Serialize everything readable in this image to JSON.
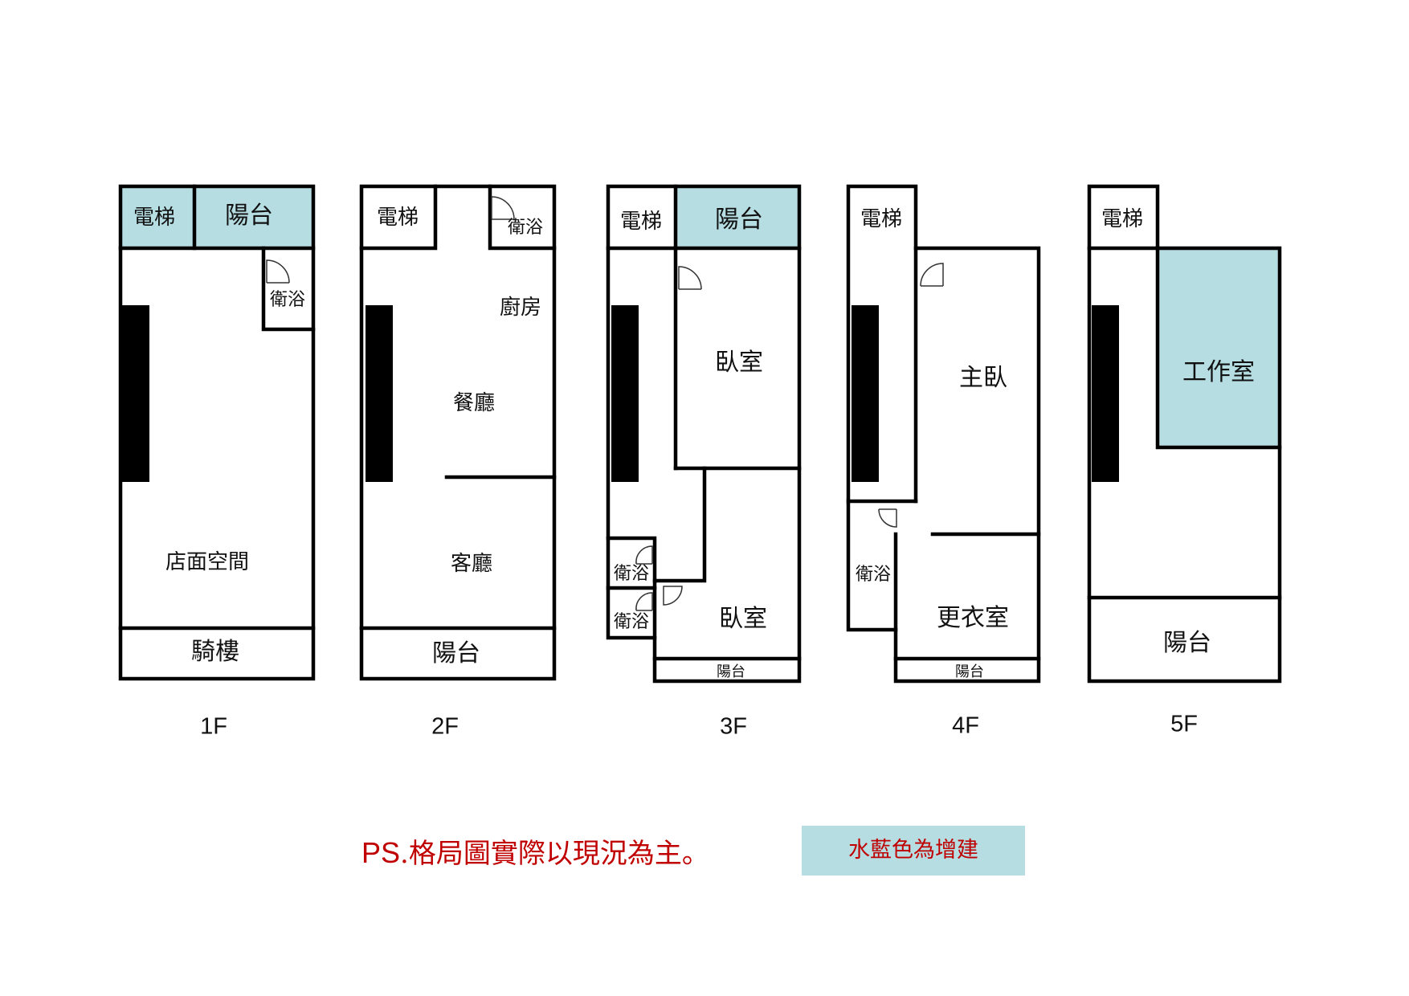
{
  "colors": {
    "addition_fill": "#b6dde2",
    "note_text": "#c00000",
    "wall": "#000000"
  },
  "floors": [
    {
      "label": "1F",
      "rooms": {
        "elevator": "電梯",
        "balcony": "陽台",
        "bathroom": "衛浴",
        "shop": "店面空間",
        "arcade": "騎樓"
      }
    },
    {
      "label": "2F",
      "rooms": {
        "elevator": "電梯",
        "bathroom": "衛浴",
        "kitchen": "廚房",
        "dining": "餐廳",
        "living": "客廳",
        "balcony": "陽台"
      }
    },
    {
      "label": "3F",
      "rooms": {
        "elevator": "電梯",
        "balcony_top": "陽台",
        "bedroom_1": "臥室",
        "bedroom_2": "臥室",
        "bathroom_1": "衛浴",
        "bathroom_2": "衛浴",
        "balcony_bottom": "陽台"
      }
    },
    {
      "label": "4F",
      "rooms": {
        "elevator": "電梯",
        "master_bedroom": "主臥",
        "bathroom": "衛浴",
        "closet": "更衣室",
        "balcony": "陽台"
      }
    },
    {
      "label": "5F",
      "rooms": {
        "elevator": "電梯",
        "studio": "工作室",
        "balcony": "陽台"
      }
    }
  ],
  "additions": [
    {
      "floor": "1F",
      "rooms": [
        "電梯",
        "陽台"
      ]
    },
    {
      "floor": "3F",
      "rooms": [
        "陽台"
      ]
    },
    {
      "floor": "5F",
      "rooms": [
        "工作室"
      ]
    }
  ],
  "footer": {
    "note_prefix": "PS",
    "note_text": ".格局圖實際以現況為主。",
    "legend_label": "水藍色為增建"
  }
}
